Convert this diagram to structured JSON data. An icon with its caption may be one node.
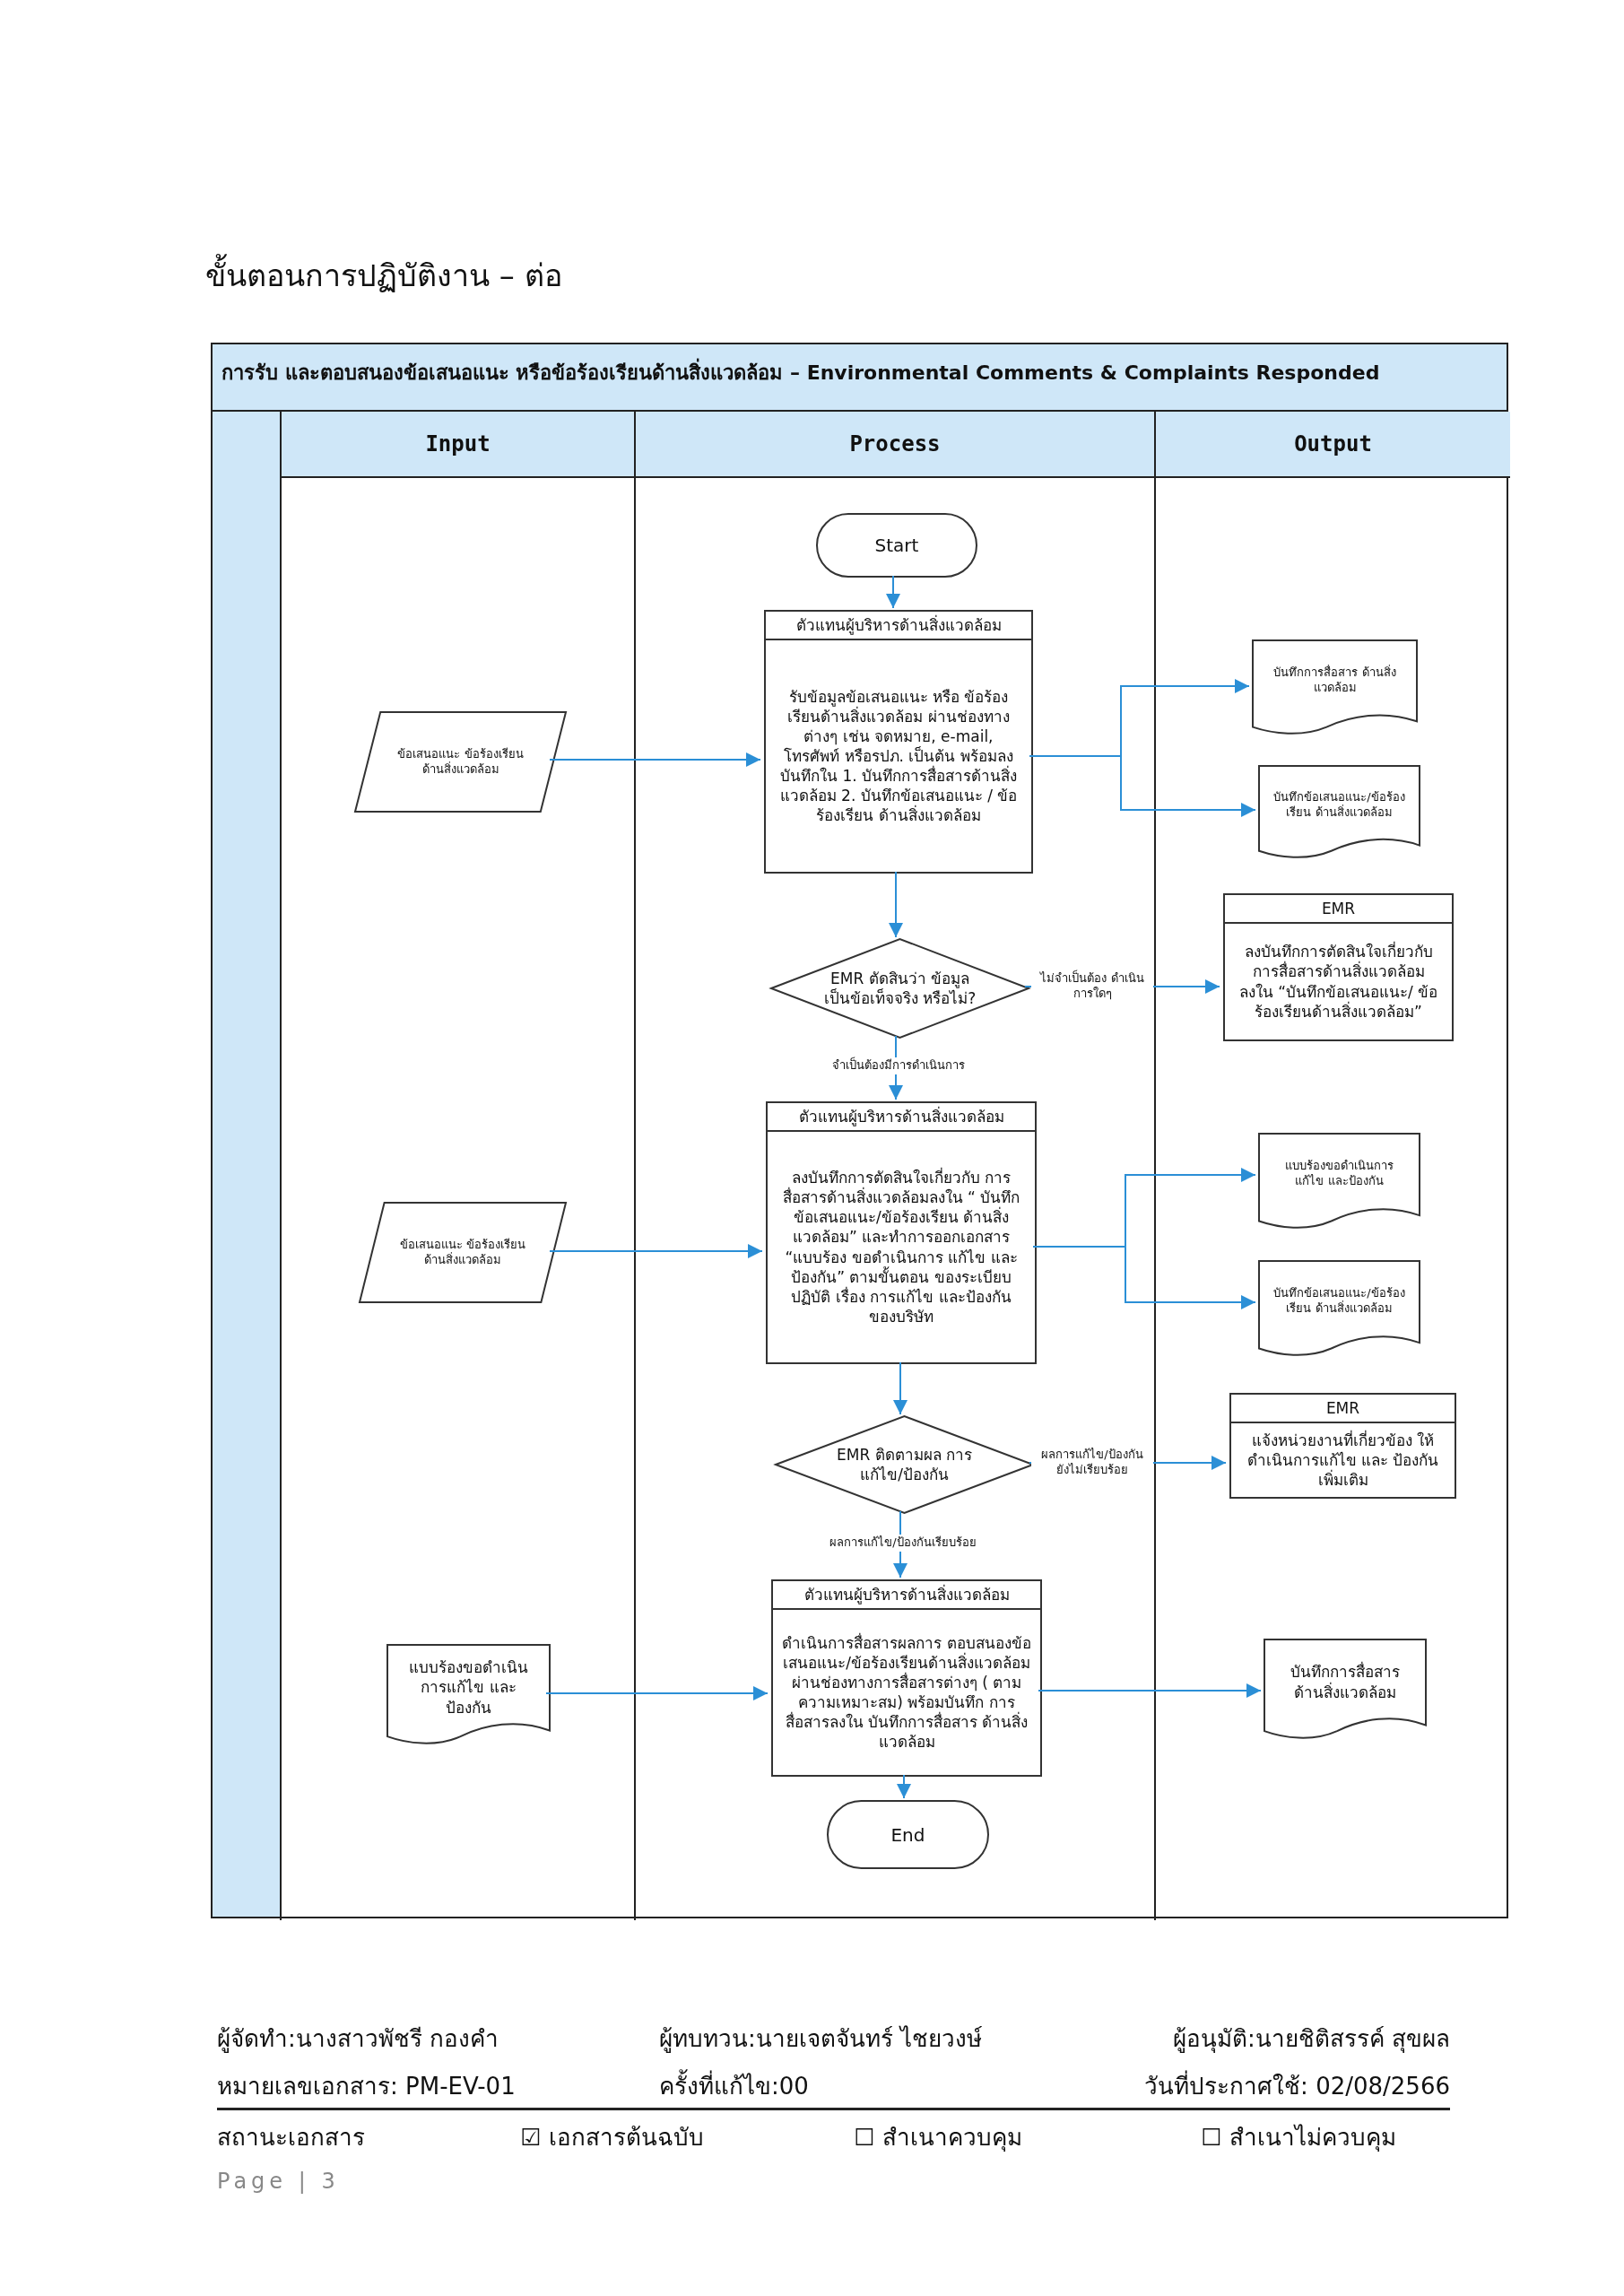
{
  "diagram": {
    "title": "ขั้นตอนการปฏิบัติงาน – ต่อ",
    "nodes": [
      {
        "text": [
          "การรับ และตอบสนองข้อเสนอแนะ หรือข้อร้องเรียนด้านสิ่งแวดล้อม – Environmental Comments & Complaints Responded"
        ]
      },
      {
        "text": [
          "Input"
        ],
        "in": 0
      },
      {
        "text": [
          "Process"
        ],
        "in": 0
      },
      {
        "text": [
          "Output"
        ],
        "in": 0
      },
      {
        "text": [
          "Start"
        ],
        "in": 2
      },
      {
        "text": [
          "ตัวแทนผู้บริหารด้านสิ่งแวดล้อม",
          "รับข้อมูลข้อเสนอแนะ หรือ ข้อร้องเรียนด้านสิ่งแวดล้อม ผ่านช่องทางต่างๆ เช่น จดหมาย, e-mail, โทรศัพท์ หรือรปภ. เป็นต้น พร้อมลงบันทึกใน 1. บันทึกการสื่อสารด้านสิ่งแวดล้อม 2. บันทึกข้อเสนอแนะ / ข้อร้องเรียน ด้านสิ่งแวดล้อม"
        ],
        "in": 2
      },
      {
        "text": [
          "บันทึกการสื่อสาร ด้านสิ่งแวดล้อม"
        ],
        "in": 3
      },
      {
        "text": [
          "ข้อเสนอแนะ ข้อร้องเรียน ด้านสิ่งแวดล้อม"
        ],
        "in": 1
      },
      {
        "text": [
          "บันทึกข้อเสนอแนะ/ข้อร้องเรียน ด้านสิ่งแวดล้อม"
        ],
        "in": 3
      },
      {
        "text": [
          "EMR ตัดสินว่า ข้อมูลเป็นข้อเท็จจริง หรือไม่?"
        ],
        "in": 2
      },
      {
        "text": [
          "EMR",
          "ลงบันทึกการตัดสินใจเกี่ยวกับ การสื่อสารด้านสิ่งแวดล้อม ลงใน “บันทึกข้อเสนอแนะ/ ข้อร้องเรียนด้านสิ่งแวดล้อม”"
        ],
        "in": 3
      },
      {
        "text": [
          "ตัวแทนผู้บริหารด้านสิ่งแวดล้อม",
          "ลงบันทึกการตัดสินใจเกี่ยวกับ การสื่อสารด้านสิ่งแวดล้อมลงใน “ บันทึกข้อเสนอแนะ/ข้อร้องเรียน ด้านสิ่งแวดล้อม” และทำการออกเอกสาร “แบบร้อง ขอดำเนินการ แก้ไข และป้องกัน” ตามขั้นตอน ของระเบียบปฏิบัติ เรื่อง การแก้ไข และป้องกัน ของบริษัท"
        ],
        "in": 2
      },
      {
        "text": [
          "แบบร้องขอดำเนินการ แก้ไข และป้องกัน"
        ],
        "in": 3
      },
      {
        "text": [
          "ข้อเสนอแนะ ข้อร้องเรียน ด้านสิ่งแวดล้อม"
        ],
        "in": 1
      },
      {
        "text": [
          "บันทึกข้อเสนอแนะ/ข้อร้องเรียน ด้านสิ่งแวดล้อม"
        ],
        "in": 3
      },
      {
        "text": [
          "EMR ติดตามผล การแก้ไข/ป้องกัน"
        ],
        "in": 2
      },
      {
        "text": [
          "EMR",
          "แจ้งหน่วยงานที่เกี่ยวข้อง ให้ดำเนินการแก้ไข และ ป้องกันเพิ่มเติม"
        ],
        "in": 3
      },
      {
        "text": [
          "ตัวแทนผู้บริหารด้านสิ่งแวดล้อม",
          "ดำเนินการสื่อสารผลการ ตอบสนองข้อเสนอแนะ/ข้อร้องเรียนด้านสิ่งแวดล้อม ผ่านช่องทางการสื่อสารต่างๆ ( ตามความเหมาะสม) พร้อมบันทึก การสื่อสารลงใน บันทึกการสื่อสาร ด้านสิ่งแวดล้อม"
        ],
        "in": 2
      },
      {
        "text": [
          "แบบร้องขอดำเนินการแก้ไข และ ป้องกัน"
        ],
        "in": 1
      },
      {
        "text": [
          "บันทึกการสื่อสาร ด้านสิ่งแวดล้อม"
        ],
        "in": 3
      },
      {
        "text": [
          "End"
        ],
        "in": 2
      }
    ],
    "edges": [
      {
        "from": 4,
        "to": 5,
        "arrow": "to"
      },
      {
        "from": 7,
        "to": 5,
        "arrow": "to"
      },
      {
        "from": 5,
        "to": 6,
        "arrow": "to"
      },
      {
        "from": 5,
        "to": 8,
        "arrow": "to"
      },
      {
        "from": 5,
        "to": 9,
        "arrow": "to"
      },
      {
        "from": 9,
        "to": 10,
        "arrow": "to",
        "label": "ไม่จำเป็นต้อง ดำเนินการใดๆ"
      },
      {
        "from": 9,
        "to": 11,
        "arrow": "to",
        "label": "จำเป็นต้องมีการดำเนินการ"
      },
      {
        "from": 13,
        "to": 11,
        "arrow": "to"
      },
      {
        "from": 11,
        "to": 12,
        "arrow": "to"
      },
      {
        "from": 11,
        "to": 14,
        "arrow": "to"
      },
      {
        "from": 11,
        "to": 15,
        "arrow": "to"
      },
      {
        "from": 15,
        "to": 16,
        "arrow": "to",
        "label": "ผลการแก้ไข/ป้องกัน ยังไม่เรียบร้อย"
      },
      {
        "from": 15,
        "to": 17,
        "arrow": "to",
        "label": "ผลการแก้ไข/ป้องกันเรียบร้อย"
      },
      {
        "from": 18,
        "to": 17,
        "arrow": "to"
      },
      {
        "from": 17,
        "to": 19,
        "arrow": "to"
      },
      {
        "from": 17,
        "to": 20,
        "arrow": "to"
      }
    ],
    "labels": [
      "ผู้จัดทำ:นางสาวพัชรี กองคำ",
      "ผู้ทบทวน:นายเจตจันทร์ ไชยวงษ์",
      "ผู้อนุมัติ:นายชิติสรรค์ สุขผล",
      "หมายเลขเอกสาร: PM-EV-01",
      "ครั้งที่แก้ไข:00",
      "วันที่ประกาศใช้: 02/08/2566",
      "สถานะเอกสาร",
      "☑ เอกสารต้นฉบับ",
      "☐ สำเนาควบคุม",
      "☐ สำเนาไม่ควบคุม",
      "Page | 3"
    ]
  }
}
